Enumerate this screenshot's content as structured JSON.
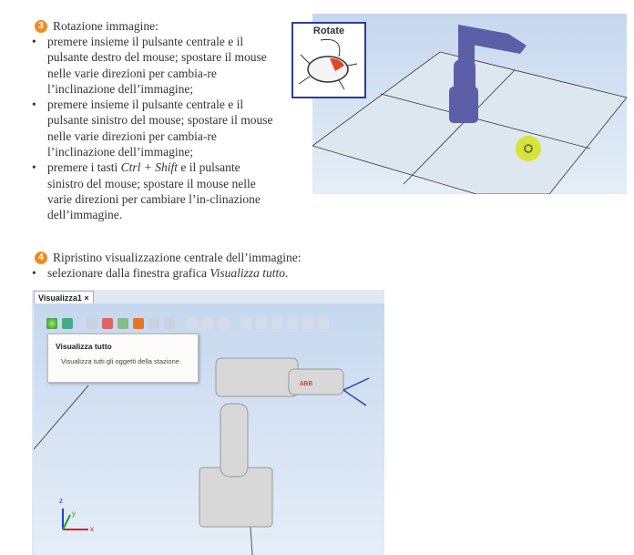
{
  "section3": {
    "number": "3",
    "title": "Rotazione immagine:",
    "bullets": [
      {
        "text": "premere insieme il pulsante centrale e il pulsante destro del mouse; spostare il mouse nelle varie direzioni per cambia-re l’inclinazione dell’immagine;"
      },
      {
        "text": "premere insieme il pulsante centrale e il pulsante sinistro del mouse; spostare il mouse nelle varie direzioni per cambia-re l’inclinazione dell’immagine;"
      },
      {
        "pre": "premere i tasti ",
        "keys": "Ctrl + Shift",
        "post": " e il pulsante sinistro del mouse; spostare il mouse nelle varie direzioni per cambiare l’in-clinazione dell’immagine."
      }
    ],
    "inset_label": "Rotate"
  },
  "section4": {
    "number": "4",
    "title": "Ripristino visualizzazione centrale dell’immagine:",
    "bullet_pre": "selezionare dalla finestra grafica ",
    "bullet_em": "Visualizza tutto",
    "bullet_post": "."
  },
  "viewer": {
    "tab_label": "Visualizza1",
    "tab_close": "×",
    "tooltip_title": "Visualizza tutto",
    "tooltip_body": "Visualizza tutti gli oggetti della stazione.",
    "robot_logo": "ABB",
    "axis_x": "x",
    "axis_y": "y",
    "axis_z": "z"
  },
  "colors": {
    "accent": "#f28c1e",
    "robot_blue": "#5a5fa8",
    "inset_border": "#2b3f94",
    "cursor_highlight": "#d7e23a"
  }
}
